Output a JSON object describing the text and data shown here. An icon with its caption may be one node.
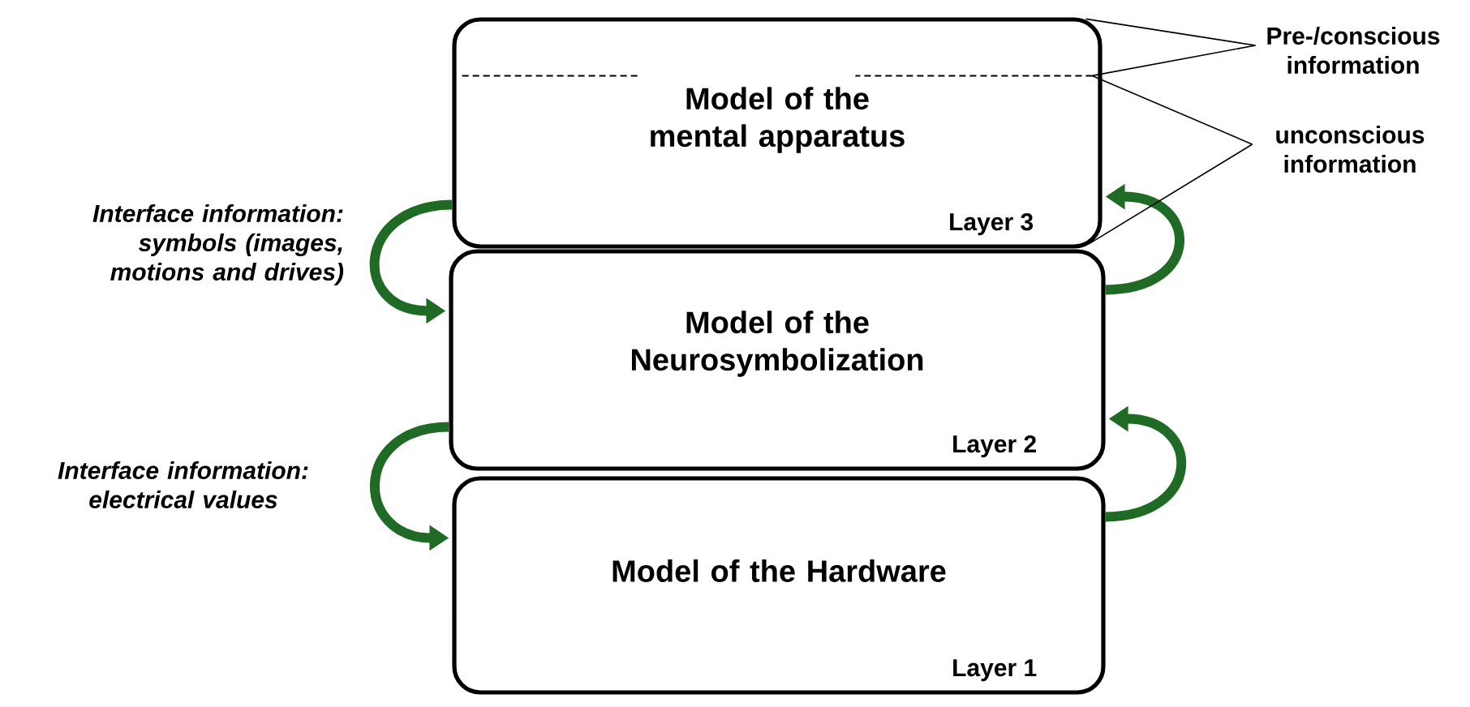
{
  "diagram": {
    "nodes": [
      {
        "text": [
          "Model of the mental apparatus",
          "Layer 3"
        ]
      },
      {
        "text": [],
        "shape": "line",
        "in": 0
      },
      {
        "text": [
          "Model of the Neurosymbolization",
          "Layer 2"
        ]
      },
      {
        "text": [
          "Model of the Hardware",
          "Layer 1"
        ]
      },
      {
        "text": [
          "Pre-/conscious information"
        ]
      },
      {
        "text": [
          "unconscious information"
        ]
      }
    ],
    "edges": [
      {
        "from": 0,
        "to": 2,
        "arrow": "to",
        "style": "thick",
        "color": "#1f6b25"
      },
      {
        "from": 2,
        "to": 0,
        "arrow": "to",
        "style": "thick",
        "color": "#1f6b25"
      },
      {
        "from": 2,
        "to": 3,
        "arrow": "to",
        "style": "thick",
        "color": "#1f6b25"
      },
      {
        "from": 3,
        "to": 2,
        "arrow": "to",
        "style": "thick",
        "color": "#1f6b25"
      },
      {
        "from": 4,
        "to": 0,
        "arrow": "none",
        "color": "#000000"
      },
      {
        "from": 4,
        "to": 1,
        "arrow": "none",
        "color": "#000000"
      },
      {
        "from": 5,
        "to": 1,
        "arrow": "none",
        "color": "#000000"
      },
      {
        "from": 5,
        "to": 0,
        "arrow": "none",
        "color": "#000000"
      }
    ],
    "labels": [
      "Interface information: symbols (images, motions and drives)",
      "Interface information: electrical values"
    ]
  }
}
